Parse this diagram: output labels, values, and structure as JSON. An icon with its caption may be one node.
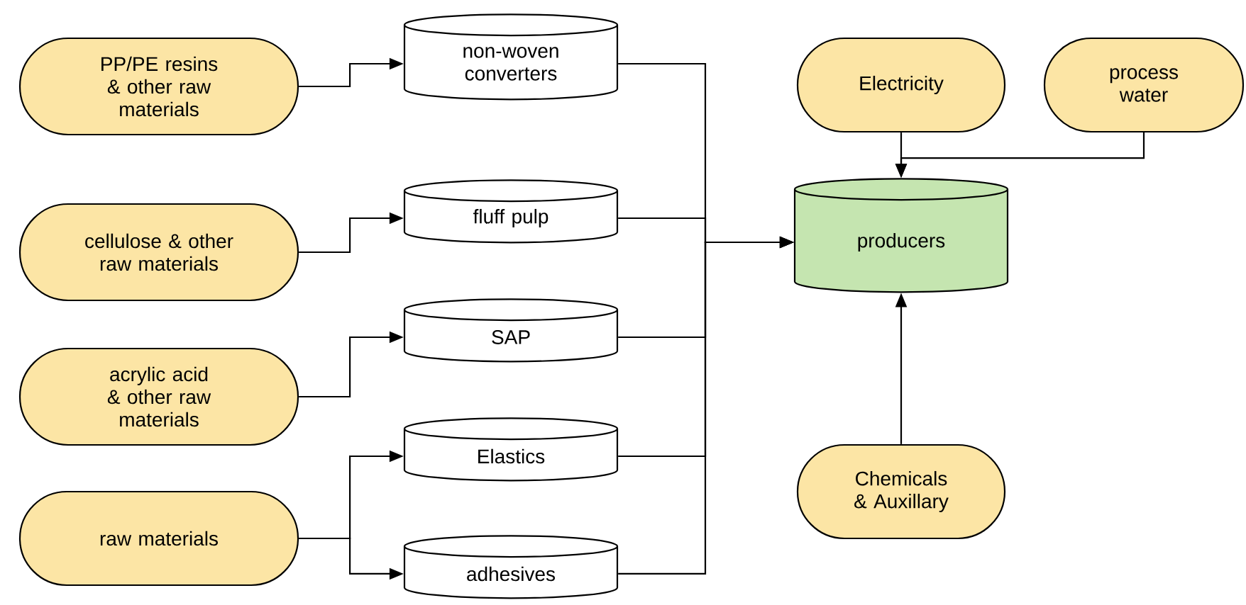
{
  "diagram": {
    "nodes": [
      {
        "text": [
          "PP/PE resins & other raw materials"
        ]
      },
      {
        "text": [
          "cellulose & other raw materials"
        ]
      },
      {
        "text": [
          "acrylic acid & other raw materials"
        ]
      },
      {
        "text": [
          "raw materials"
        ]
      },
      {
        "text": [
          "non-woven converters"
        ]
      },
      {
        "text": [
          "fluff pulp"
        ]
      },
      {
        "text": [
          "SAP"
        ]
      },
      {
        "text": [
          "Elastics"
        ]
      },
      {
        "text": [
          "adhesives"
        ]
      },
      {
        "text": [
          "producers"
        ]
      },
      {
        "text": [
          "Electricity"
        ]
      },
      {
        "text": [
          "process water"
        ]
      },
      {
        "text": [
          "Chemicals & Auxillary"
        ]
      }
    ],
    "edges": [
      {
        "from": 0,
        "to": 4,
        "arrow": "to"
      },
      {
        "from": 1,
        "to": 5,
        "arrow": "to"
      },
      {
        "from": 2,
        "to": 6,
        "arrow": "to"
      },
      {
        "from": 3,
        "to": 7,
        "arrow": "to"
      },
      {
        "from": 3,
        "to": 8,
        "arrow": "to"
      },
      {
        "from": 4,
        "to": 9,
        "arrow": "to"
      },
      {
        "from": 5,
        "to": 9,
        "arrow": "to"
      },
      {
        "from": 6,
        "to": 9,
        "arrow": "to"
      },
      {
        "from": 7,
        "to": 9,
        "arrow": "to"
      },
      {
        "from": 8,
        "to": 9,
        "arrow": "to"
      },
      {
        "from": 10,
        "to": 9,
        "arrow": "to"
      },
      {
        "from": 11,
        "to": 9,
        "arrow": "to"
      },
      {
        "from": 12,
        "to": 9,
        "arrow": "to"
      }
    ]
  }
}
